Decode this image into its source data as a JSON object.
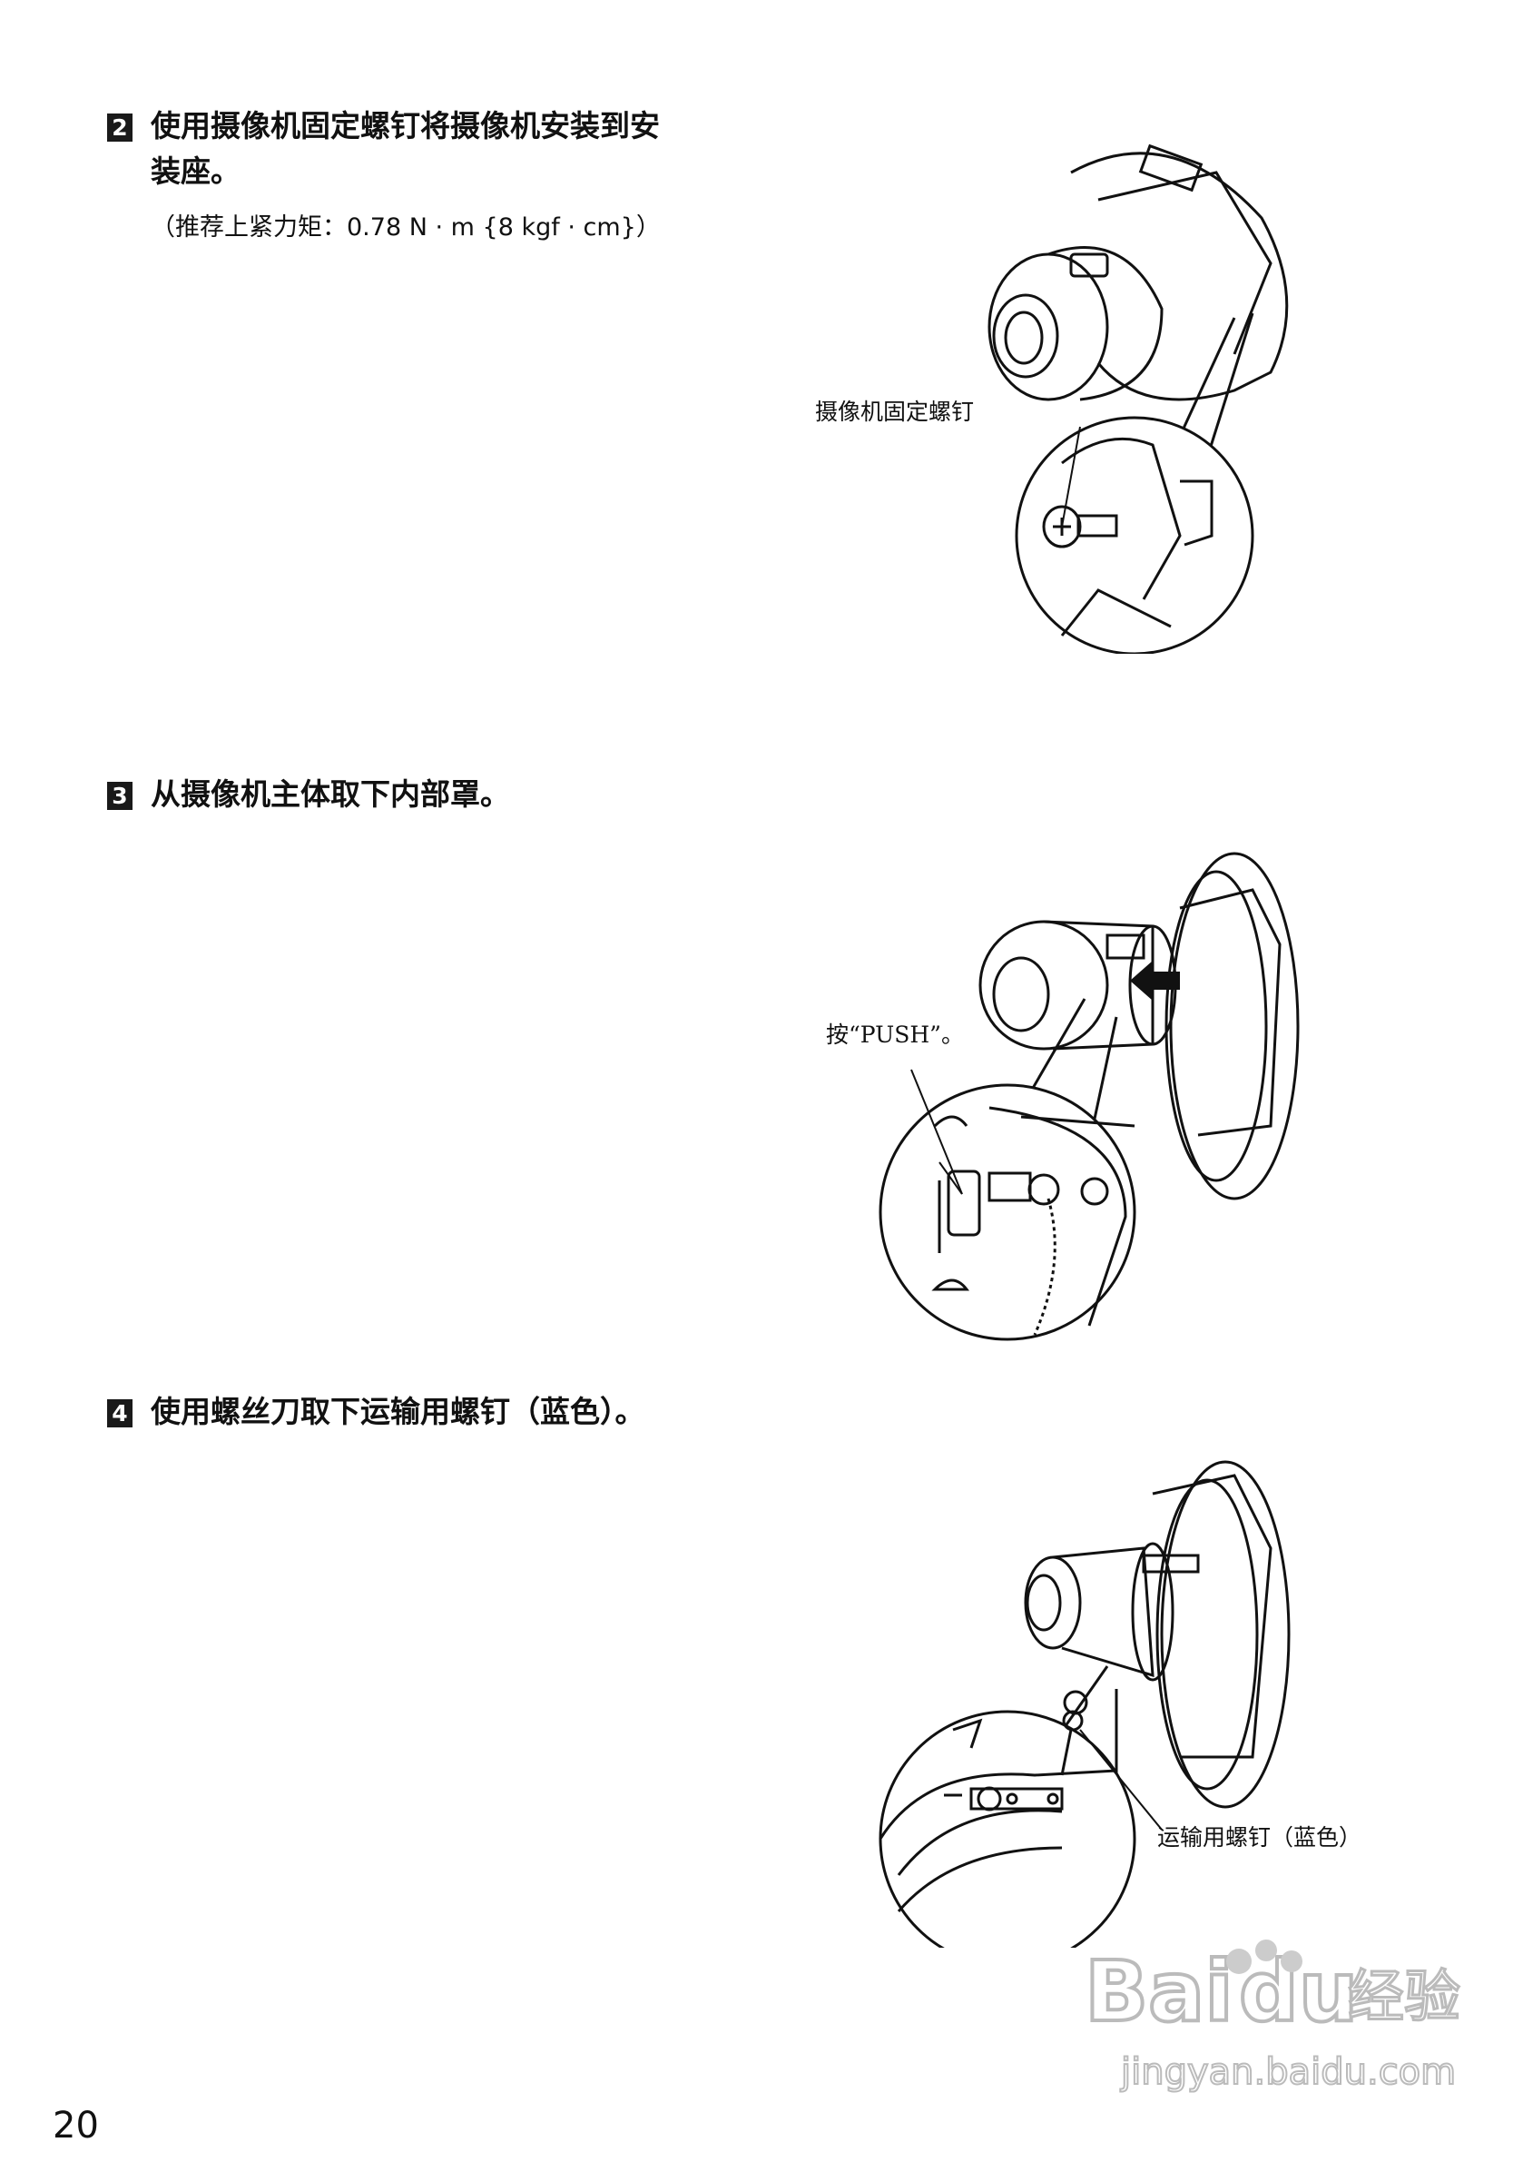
{
  "steps": [
    {
      "num": "2",
      "title_line1": "使用摄像机固定螺钉将摄像机安装到安",
      "title_line2": "装座。",
      "note": "（推荐上紧力矩：0.78 N · m {8 kgf · cm}）"
    },
    {
      "num": "3",
      "title": "从摄像机主体取下内部罩。"
    },
    {
      "num": "4",
      "title": "使用螺丝刀取下运输用螺钉（蓝色）。"
    }
  ],
  "callouts": {
    "camera_screw": "摄像机固定螺钉",
    "push": "按“PUSH”。",
    "transport_screw": "运输用螺钉（蓝色）"
  },
  "page_number": "20",
  "watermark": {
    "logo": "Bai du 经验",
    "url": "jingyan.baidu.com"
  }
}
